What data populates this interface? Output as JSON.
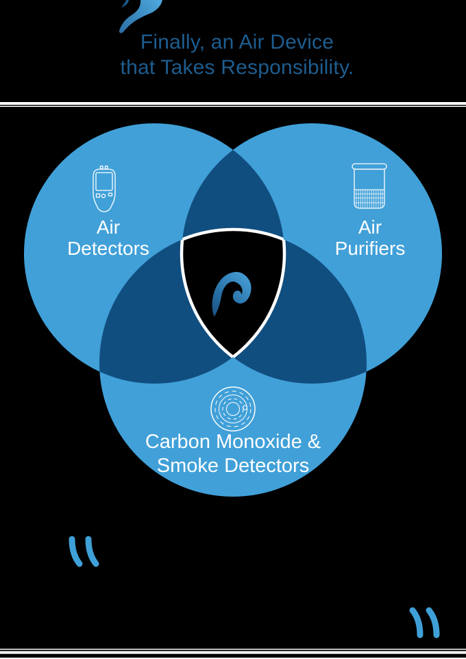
{
  "header": {
    "title_line1": "Finally, an Air Device",
    "title_line2": "that Takes Responsibility.",
    "logo_icon": "brand-swirl-icon"
  },
  "venn": {
    "sets": [
      {
        "label_line1": "Air",
        "label_line2": "Detectors",
        "icon": "air-detector-icon"
      },
      {
        "label_line1": "Air",
        "label_line2": "Purifiers",
        "icon": "air-purifier-icon"
      },
      {
        "label_line1": "Carbon Monoxide &",
        "label_line2": "Smoke Detectors",
        "icon": "smoke-detector-icon"
      }
    ],
    "center_icon": "brand-swirl-icon"
  },
  "quote": {
    "open_mark": "“",
    "close_mark": "”"
  },
  "colors": {
    "background": "#000000",
    "circle_fill": "#41A0D8",
    "overlap_fill": "#114E80",
    "center_fill": "#000000",
    "center_outline": "#FFFFFF",
    "separator_line": "#FFFFFF",
    "title_text": "#1E5D8F",
    "label_text": "#FFFFFF",
    "quote_mark": "#3FA0D8",
    "logo_gradient_dark": "#174E7E",
    "logo_gradient_light": "#4FAAE0"
  }
}
